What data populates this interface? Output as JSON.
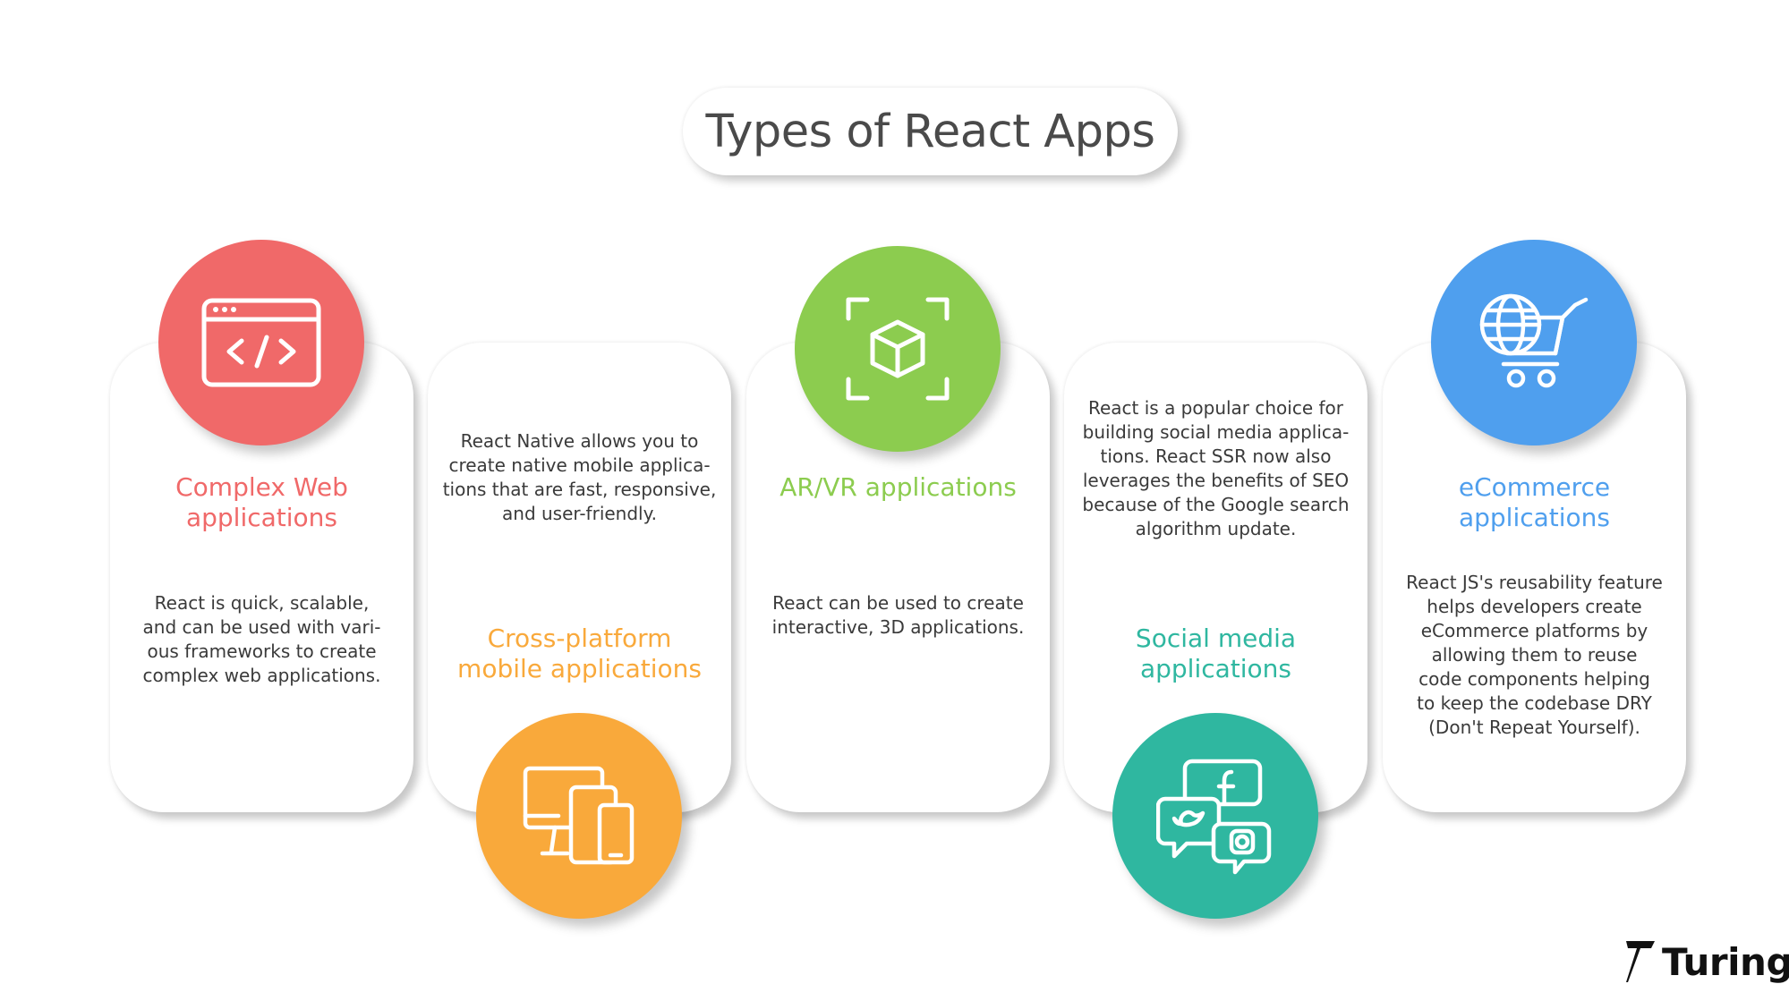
{
  "title": "Types of React Apps",
  "brand": {
    "name": "Turing"
  },
  "colors": {
    "red": "#f06969",
    "orange": "#f9a93b",
    "green": "#8ccc4f",
    "teal": "#2fb7a0",
    "blue": "#4f9fee"
  },
  "cards": [
    {
      "id": "complex-web",
      "icon": "browser-code-icon",
      "label": [
        "Complex Web",
        "applications"
      ],
      "desc": [
        "React is quick, scalable,",
        "and can be used with vari-",
        "ous frameworks to create",
        "complex web applications."
      ]
    },
    {
      "id": "cross-platform",
      "icon": "multi-device-icon",
      "label": [
        "Cross-platform",
        "mobile applications"
      ],
      "desc": [
        "React Native allows you to",
        "create native mobile applica-",
        "tions that are fast, responsive,",
        "and user-friendly."
      ]
    },
    {
      "id": "ar-vr",
      "icon": "ar-cube-icon",
      "label": [
        "AR/VR applications"
      ],
      "desc": [
        "React can be used to create",
        "interactive, 3D applications."
      ]
    },
    {
      "id": "social-media",
      "icon": "social-bubbles-icon",
      "label": [
        "Social media",
        "applications"
      ],
      "desc": [
        "React is a popular choice for",
        "building social media applica-",
        "tions. React SSR now also",
        "leverages the benefits of SEO",
        "because of the Google search",
        "algorithm update."
      ]
    },
    {
      "id": "ecommerce",
      "icon": "globe-cart-icon",
      "label": [
        "eCommerce",
        "applications"
      ],
      "desc": [
        "React JS's reusability feature",
        "helps developers create",
        "eCommerce platforms by",
        "allowing them to reuse",
        "code components helping",
        "to keep the codebase DRY",
        "(Don't Repeat Yourself)."
      ]
    }
  ]
}
